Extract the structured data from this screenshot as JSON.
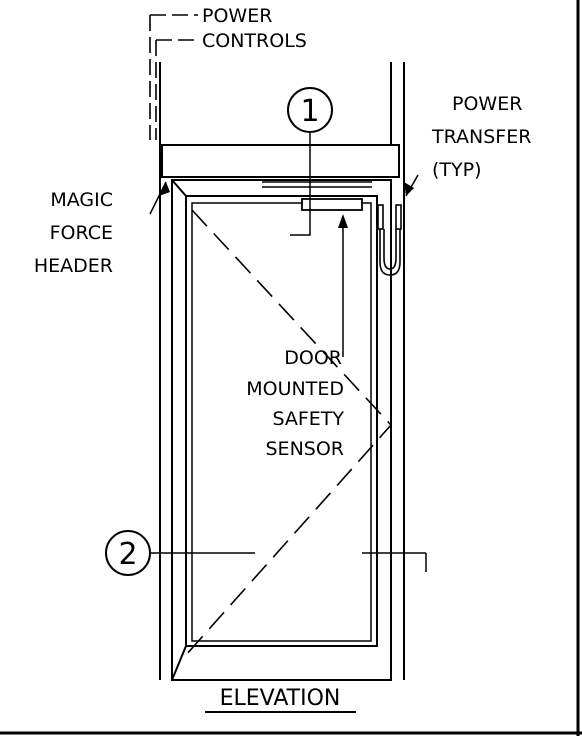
{
  "labels": {
    "power": "POWER",
    "controls": "CONTROLS",
    "power_transfer_1": "POWER",
    "power_transfer_2": "TRANSFER",
    "power_transfer_3": "(TYP)",
    "magic_1": "MAGIC",
    "magic_2": "FORCE",
    "magic_3": "HEADER",
    "door_1": "DOOR",
    "door_2": "MOUNTED",
    "door_3": "SAFETY",
    "door_4": "SENSOR"
  },
  "callouts": {
    "one": "1",
    "two": "2"
  },
  "title": "ELEVATION"
}
